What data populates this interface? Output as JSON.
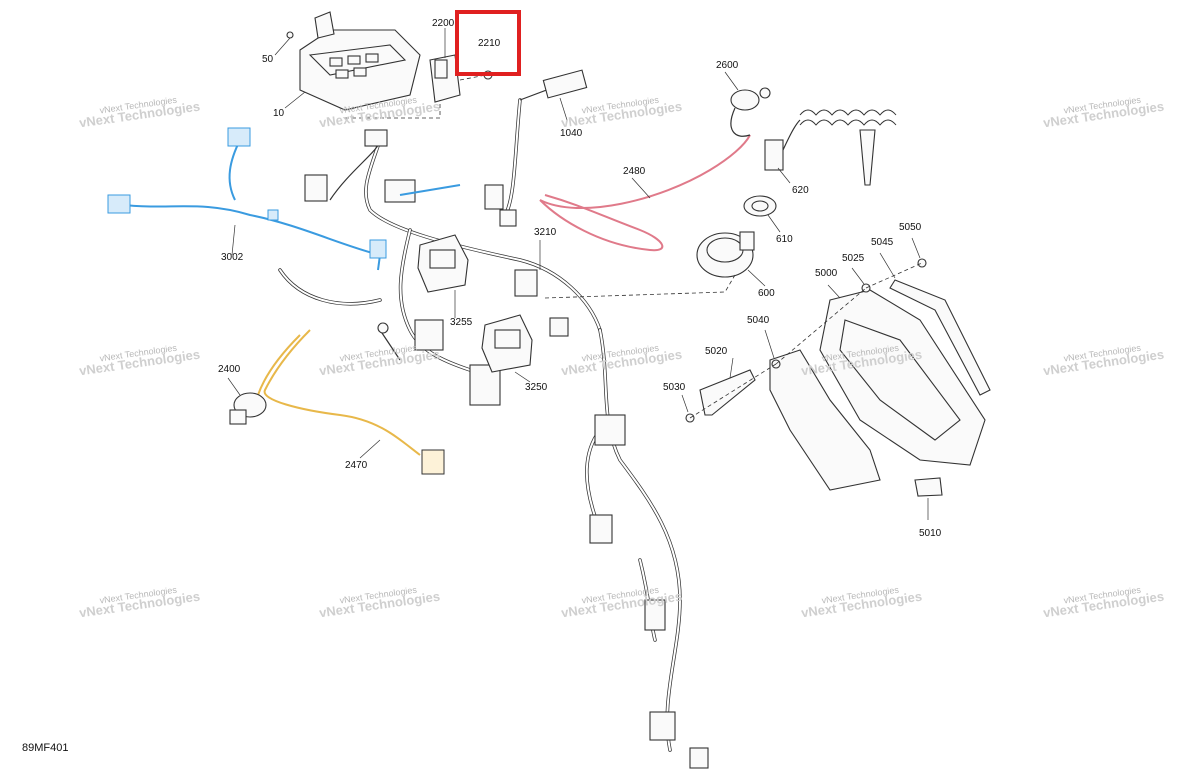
{
  "figure": {
    "code": "89MF401",
    "highlight_color": "#e02020",
    "harness_colors": {
      "blue": "#3a9be0",
      "pink": "#e07a8a",
      "yellow": "#e8b84a",
      "gray": "#444444"
    }
  },
  "callouts": {
    "c10": "10",
    "c50": "50",
    "c2200": "2200",
    "c2210": "2210",
    "c1040": "1040",
    "c2600": "2600",
    "c620": "620",
    "c2480": "2480",
    "c610": "610",
    "c600": "600",
    "c3210": "3210",
    "c3002": "3002",
    "c3255": "3255",
    "c3250": "3250",
    "c2400": "2400",
    "c2470": "2470",
    "c5050": "5050",
    "c5045": "5045",
    "c5025": "5025",
    "c5000": "5000",
    "c5040": "5040",
    "c5020": "5020",
    "c5030": "5030",
    "c5010": "5010"
  },
  "watermark": {
    "line1": "vNext Technologies",
    "line2": "vNext Technologies"
  }
}
